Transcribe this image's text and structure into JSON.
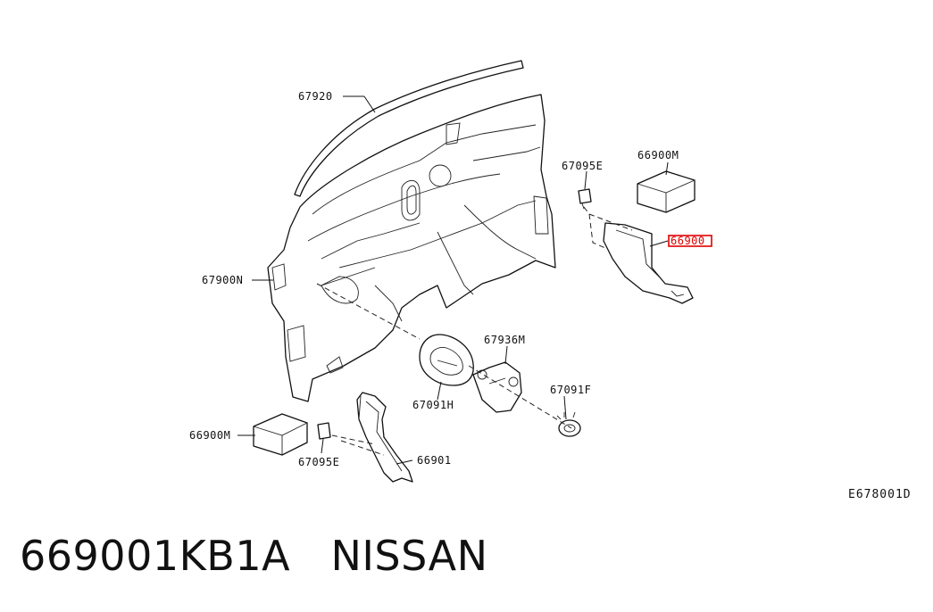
{
  "callouts": {
    "c67920": "67920",
    "c67095e_top": "67095E",
    "c66900m_top": "66900M",
    "c66900_hl": "66900",
    "c67900n": "67900N",
    "c67936m": "67936M",
    "c67091f": "67091F",
    "c67091h": "67091H",
    "c66900m_bottom": "66900M",
    "c67095e_bottom": "67095E",
    "c66901": "66901"
  },
  "diagram_code": "E678001D",
  "caption": {
    "part_number": "669001KB1A",
    "brand": "NISSAN"
  },
  "colors": {
    "line": "#111111",
    "highlight": "#e00000"
  }
}
